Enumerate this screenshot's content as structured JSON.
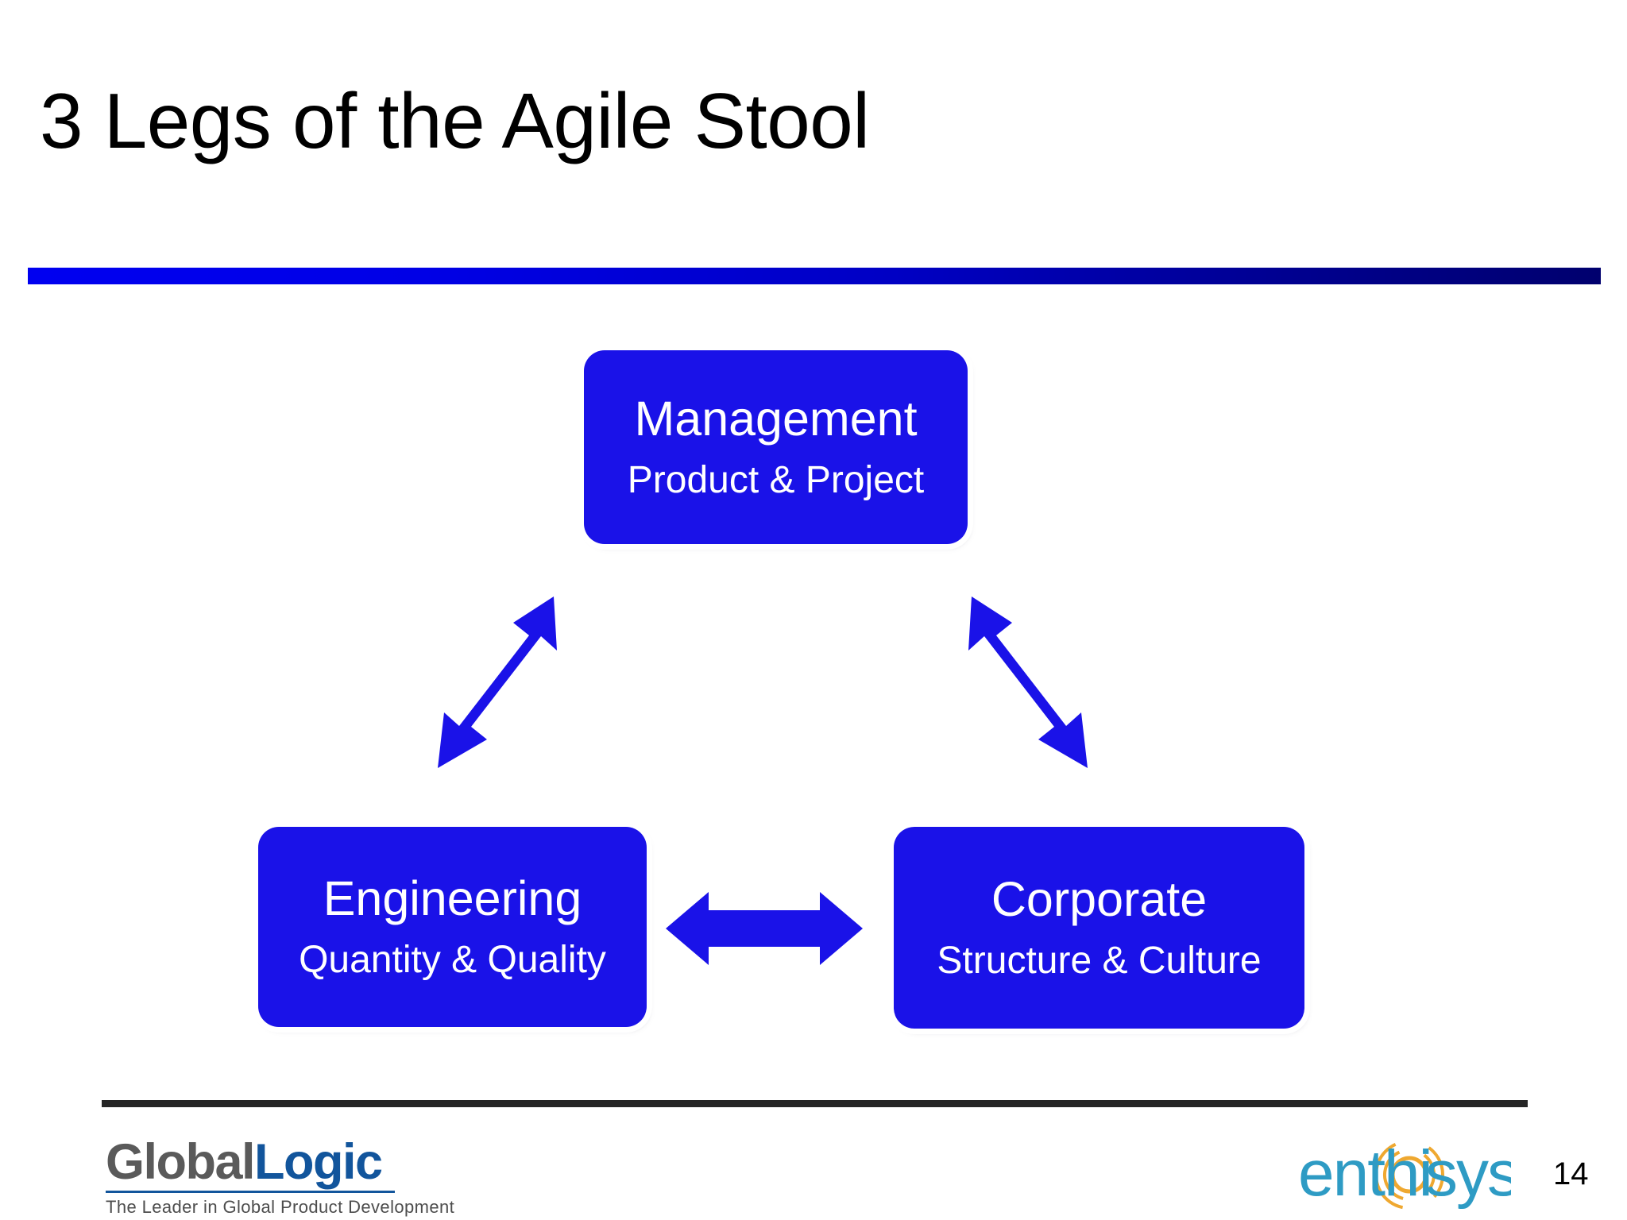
{
  "slide": {
    "title": "3 Legs of the Agile Stool",
    "page_number": "14",
    "background_color": "#ffffff"
  },
  "title_rule": {
    "gradient_from": "#0000f0",
    "gradient_to": "#00006e"
  },
  "diagram": {
    "type": "triangle-relationship",
    "node_fill_color": "#1a12e8",
    "node_text_color": "#ffffff",
    "arrow_color": "#1a12e8",
    "nodes": [
      {
        "id": "management",
        "title": "Management",
        "subtitle": "Product & Project"
      },
      {
        "id": "engineering",
        "title": "Engineering",
        "subtitle": "Quantity & Quality"
      },
      {
        "id": "corporate",
        "title": "Corporate",
        "subtitle": "Structure & Culture"
      }
    ],
    "connectors": [
      {
        "id": "management-engineering",
        "direction": "bidirectional",
        "orientation": "diagonal-down-left"
      },
      {
        "id": "management-corporate",
        "direction": "bidirectional",
        "orientation": "diagonal-down-right"
      },
      {
        "id": "engineering-corporate",
        "direction": "bidirectional",
        "orientation": "horizontal"
      }
    ]
  },
  "footer": {
    "rule_color": "#262626",
    "globallogic": {
      "word_one": "Global",
      "word_two": "Logic",
      "tagline": "The Leader in Global Product Development",
      "word_one_color": "#5a5a5a",
      "word_two_color": "#12559c"
    },
    "enthiosys": {
      "wordmark": "enthiosys",
      "text_color": "#2e9bc4",
      "accent_color": "#efa830"
    }
  }
}
